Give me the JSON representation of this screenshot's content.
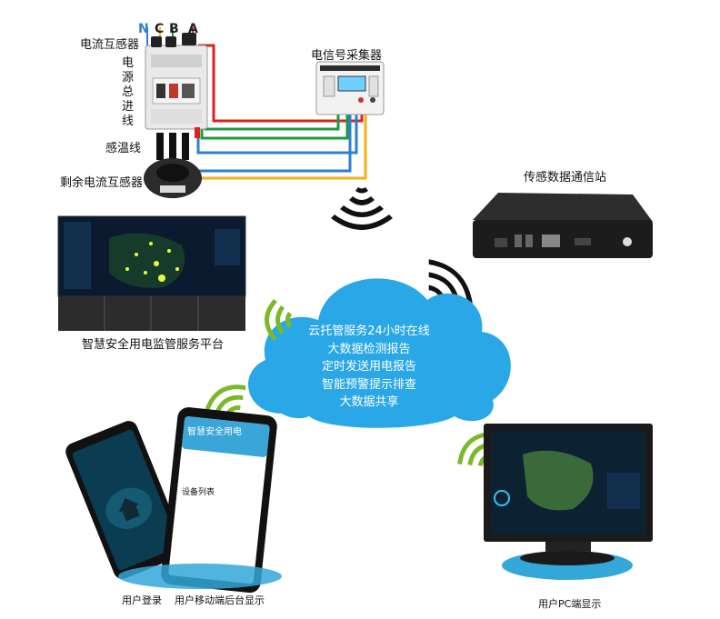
{
  "labels": {
    "current_transformer": "电流互感器",
    "main_power_inlet": "电源总进线",
    "temperature_line": "感温线",
    "residual_current_transformer": "剩余电流互感器",
    "signal_collector": "电信号采集器",
    "sensor_comm_station": "传感数据通信站",
    "platform_name": "智慧安全用电监管服务平台",
    "user_login": "用户登录",
    "mobile_backend": "用户移动端后台显示",
    "pc_display": "用户PC端显示"
  },
  "phases": [
    "N",
    "C",
    "B",
    "A"
  ],
  "cloud_lines": [
    "云托管服务24小时在线",
    "大数据检测报告",
    "定时发送用电报告",
    "智能预警提示排查",
    "大数据共享"
  ],
  "phone_screen": {
    "app_title": "智慧安全用电",
    "section": "设备列表"
  },
  "colors": {
    "cloud": "#2aa7e6",
    "wifi_black": "#111111",
    "wifi_green": "#7ab929",
    "wire_red": "#d9251c",
    "wire_green": "#1a9b3c",
    "wire_blue": "#2c7fd4",
    "wire_yellow": "#f2b21a"
  }
}
